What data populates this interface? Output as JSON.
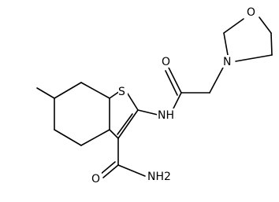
{
  "molecule": {
    "atom_labels": {
      "sulfur": "S",
      "amide_nitrogen": "NH",
      "carbonyl_oxygen_top": "O",
      "morpholine_nitrogen": "N",
      "morpholine_oxygen": "O",
      "carboxamide_oxygen": "O",
      "carboxamide_nitrogen": "NH2"
    }
  }
}
